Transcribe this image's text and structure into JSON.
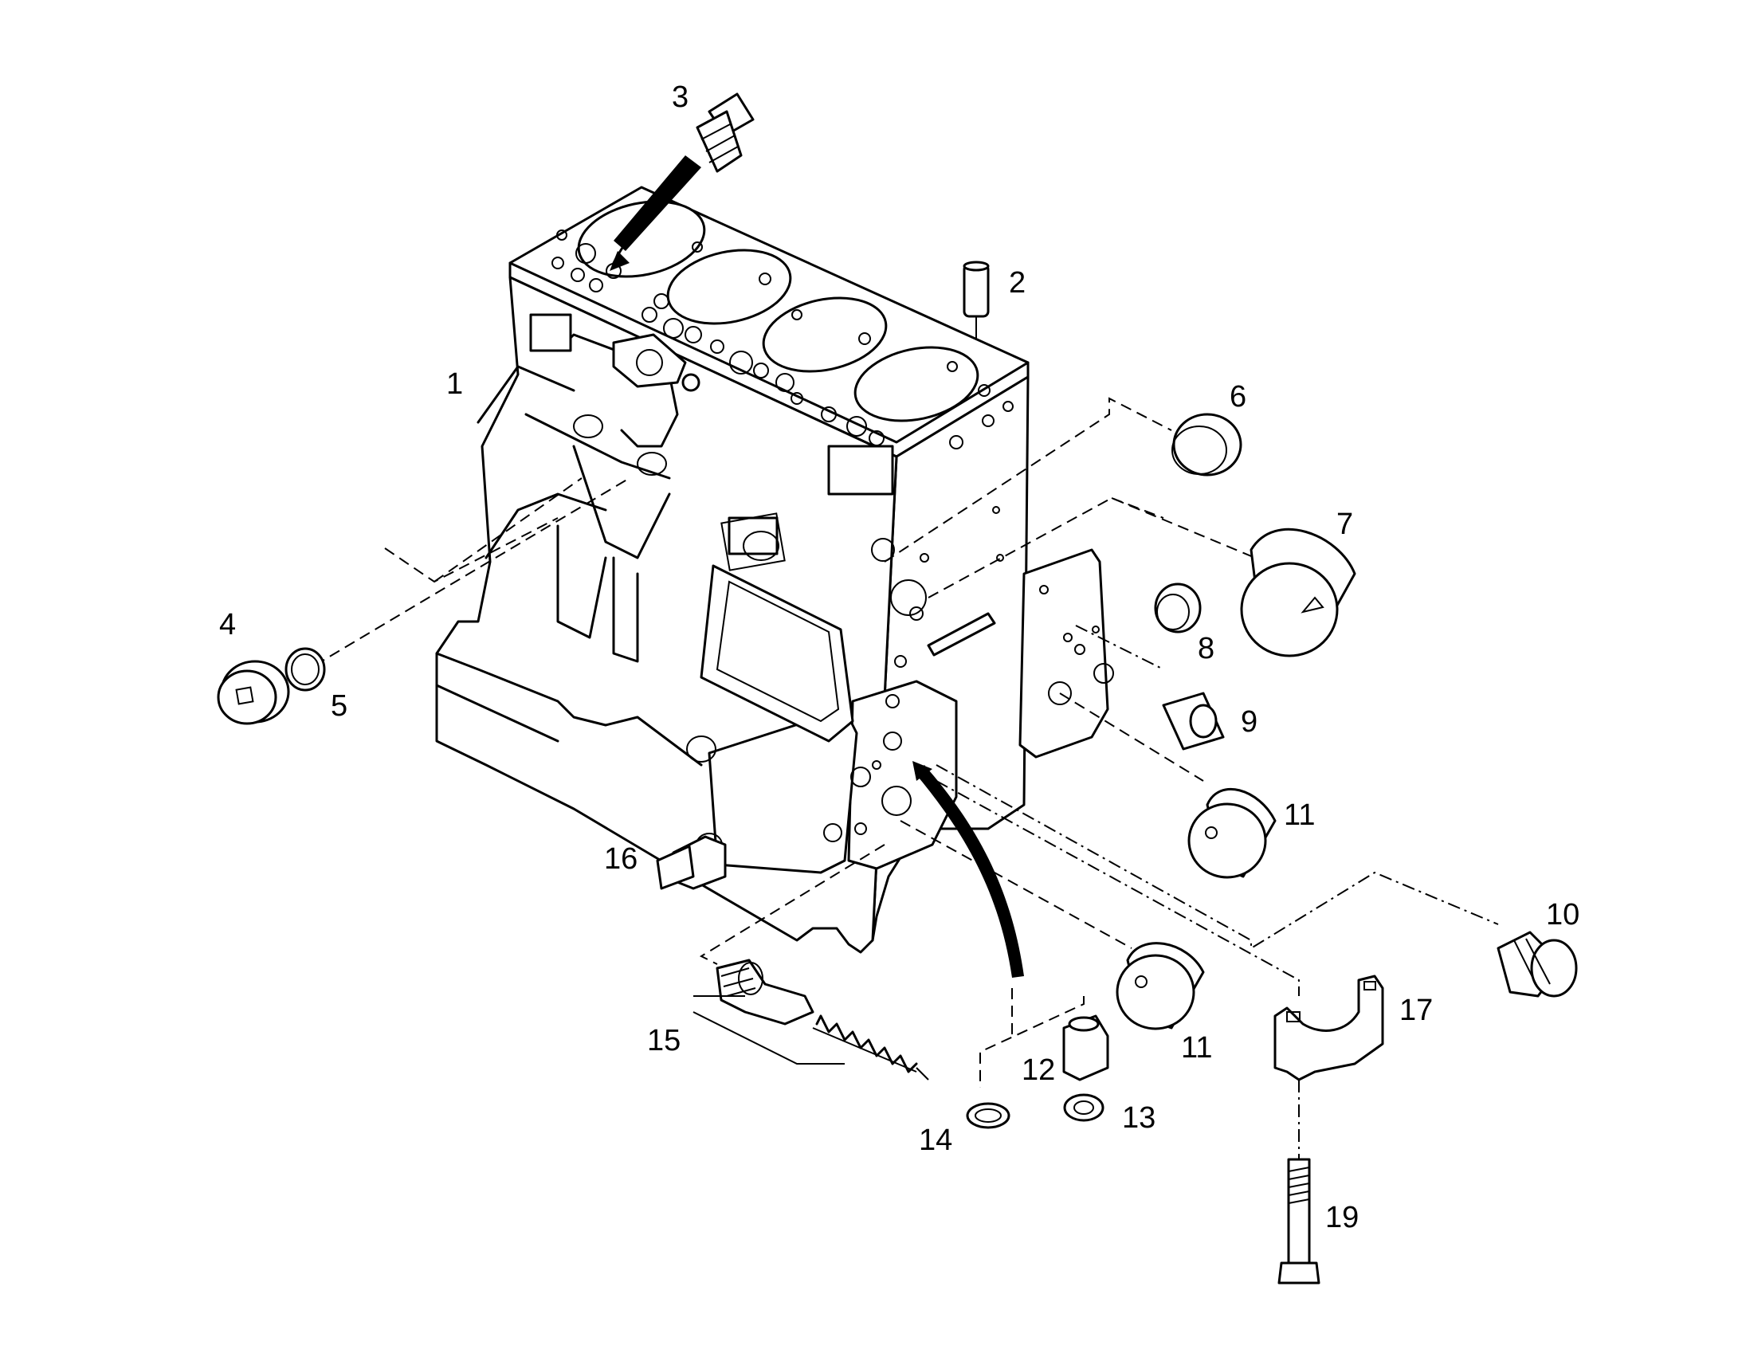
{
  "diagram": {
    "labels": {
      "p1": "1",
      "p2": "2",
      "p3": "3",
      "p4": "4",
      "p5": "5",
      "p6": "6",
      "p7": "7",
      "p8": "8",
      "p9": "9",
      "p10": "10",
      "p11a": "11",
      "p11b": "11",
      "p12": "12",
      "p13": "13",
      "p14": "14",
      "p15": "15",
      "p16": "16",
      "p17": "17",
      "p19": "19"
    }
  }
}
